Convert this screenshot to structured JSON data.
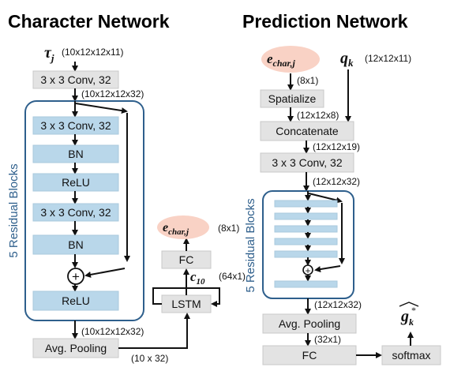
{
  "char_net": {
    "title": "Character Network",
    "input_symbol": "τ",
    "input_sub": "j",
    "input_dim": "(10x12x12x11)",
    "conv_top": "3 x 3 Conv, 32",
    "dim_after_conv": "(10x12x12x32)",
    "residual_label": "5 Residual Blocks",
    "block_conv1": "3 x 3 Conv, 32",
    "block_bn1": "BN",
    "block_relu": "ReLU",
    "block_conv2": "3 x 3 Conv, 32",
    "block_bn2": "BN",
    "plus": "+",
    "relu_out": "ReLU",
    "dim_after_blocks": "(10x12x12x32)",
    "pool": "Avg. Pooling",
    "dim_pool": "(10 x 32)",
    "lstm": "LSTM",
    "c_symbol": "c",
    "c_sub": "10",
    "c_dim": "(64x1)",
    "fc": "FC",
    "echar_symbol": "e",
    "echar_sub": "char,j",
    "echar_dim": "(8x1)"
  },
  "pred_net": {
    "title": "Prediction Network",
    "echar_symbol": "e",
    "echar_sub": "char,j",
    "q_symbol": "q",
    "q_sub": "k",
    "q_dim": "(12x12x11)",
    "dim_8": "(8x1)",
    "spatialize": "Spatialize",
    "dim_12_8": "(12x12x8)",
    "concat": "Concatenate",
    "dim_12_19": "(12x12x19)",
    "conv": "3 x 3 Conv, 32",
    "dim_12_32a": "(12x12x32)",
    "residual_label": "5 Residual Blocks",
    "plus": "+",
    "dim_12_32b": "(12x12x32)",
    "pool": "Avg. Pooling",
    "dim_32": "(32x1)",
    "fc": "FC",
    "softmax": "softmax",
    "g_symbol": "g",
    "g_sub": "k",
    "g_sup": "*"
  }
}
